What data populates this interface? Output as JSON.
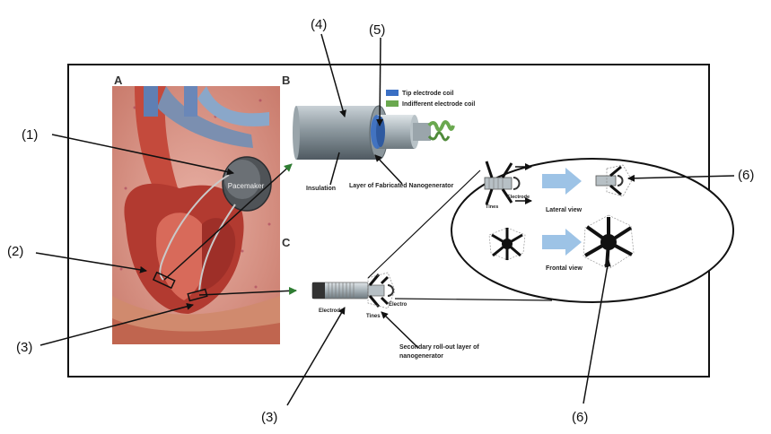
{
  "callouts": {
    "c1": "(1)",
    "c2": "(2)",
    "c3a": "(3)",
    "c3b": "(3)",
    "c4": "(4)",
    "c5": "(5)",
    "c6a": "(6)",
    "c6b": "(6)"
  },
  "panels": {
    "a": "A",
    "b": "B",
    "c": "C"
  },
  "heart": {
    "device_label": "Pacemaker"
  },
  "lead_b": {
    "legend": [
      {
        "label": "Tip electrode coil",
        "color": "#3a6fc4"
      },
      {
        "label": "Indifferent electrode coil",
        "color": "#6aa84f"
      }
    ],
    "insulation_label": "Insulation",
    "layer_label": "Layer of Fabricated Nanogenerator"
  },
  "lead_c": {
    "electrode_label": "Electrode",
    "tines_label": "Tines",
    "electro_label": "Electro",
    "secondary_label_line1": "Secondary roll-out layer of",
    "secondary_label_line2": "nanogenerator"
  },
  "zoom": {
    "electrode_label": "Electrode",
    "tines_label": "Tines",
    "lateral_label": "Lateral view",
    "frontal_label": "Frontal view"
  },
  "colors": {
    "arrow_fill": "#9dc3e6",
    "coil_green": "#6aa84f",
    "coil_blue": "#3a6fc4",
    "lead_gray": "#7f8a92"
  }
}
